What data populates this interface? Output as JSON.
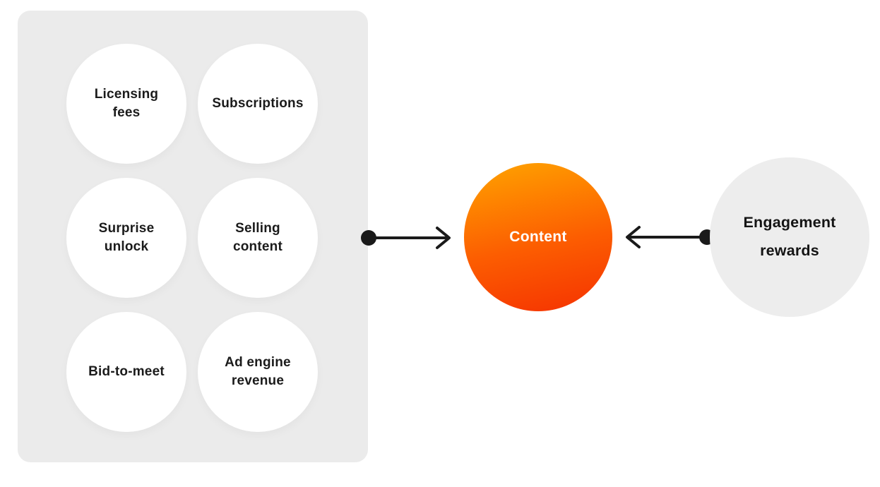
{
  "diagram": {
    "panel": {
      "items": [
        {
          "label": "Licensing\nfees"
        },
        {
          "label": "Subscriptions"
        },
        {
          "label": "Surprise\nunlock"
        },
        {
          "label": "Selling\ncontent"
        },
        {
          "label": "Bid-to-meet"
        },
        {
          "label": "Ad engine\nrevenue"
        }
      ]
    },
    "content_node": {
      "label": "Content"
    },
    "engagement_node": {
      "label": "Engagement\nrewards"
    },
    "colors": {
      "panel_bg": "#ebebeb",
      "item_bg": "#ffffff",
      "content_gradient_top": "#ffa400",
      "content_gradient_bottom": "#f53201",
      "engagement_bg": "#ededed",
      "arrow": "#1a1a1a",
      "text_dark": "#1b1b1b",
      "text_light": "#ffffff"
    }
  }
}
